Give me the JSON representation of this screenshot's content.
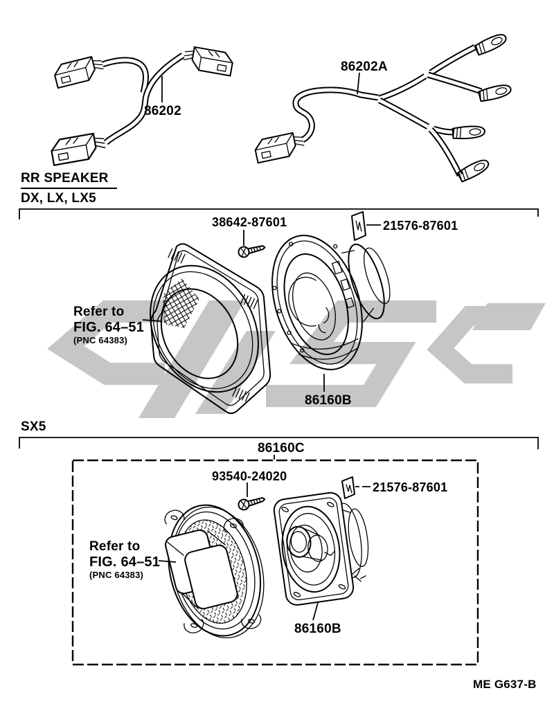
{
  "diagram": {
    "section_title": "RR SPEAKER",
    "footer_code": "ME G637-B",
    "harnesses": {
      "left": {
        "part_number": "86202"
      },
      "right": {
        "part_number": "86202A"
      }
    },
    "group_dx": {
      "variant_label": "DX, LX, LX5",
      "screw_part": "38642-87601",
      "tag_part": "21576-87601",
      "speaker_part": "86160B",
      "grille_ref_line1": "Refer to",
      "grille_ref_line2": "FIG. 64–51",
      "grille_ref_line3": "(PNC 64383)"
    },
    "group_sx5": {
      "variant_label": "SX5",
      "assembly_part": "86160C",
      "screw_part": "93540-24020",
      "tag_part": "21576-87601",
      "speaker_part": "86160B",
      "grille_ref_line1": "Refer to",
      "grille_ref_line2": "FIG. 64–51",
      "grille_ref_line3": "(PNC 64383)"
    },
    "colors": {
      "line": "#000000",
      "background": "#ffffff",
      "watermark": "#c6c6c6"
    }
  }
}
